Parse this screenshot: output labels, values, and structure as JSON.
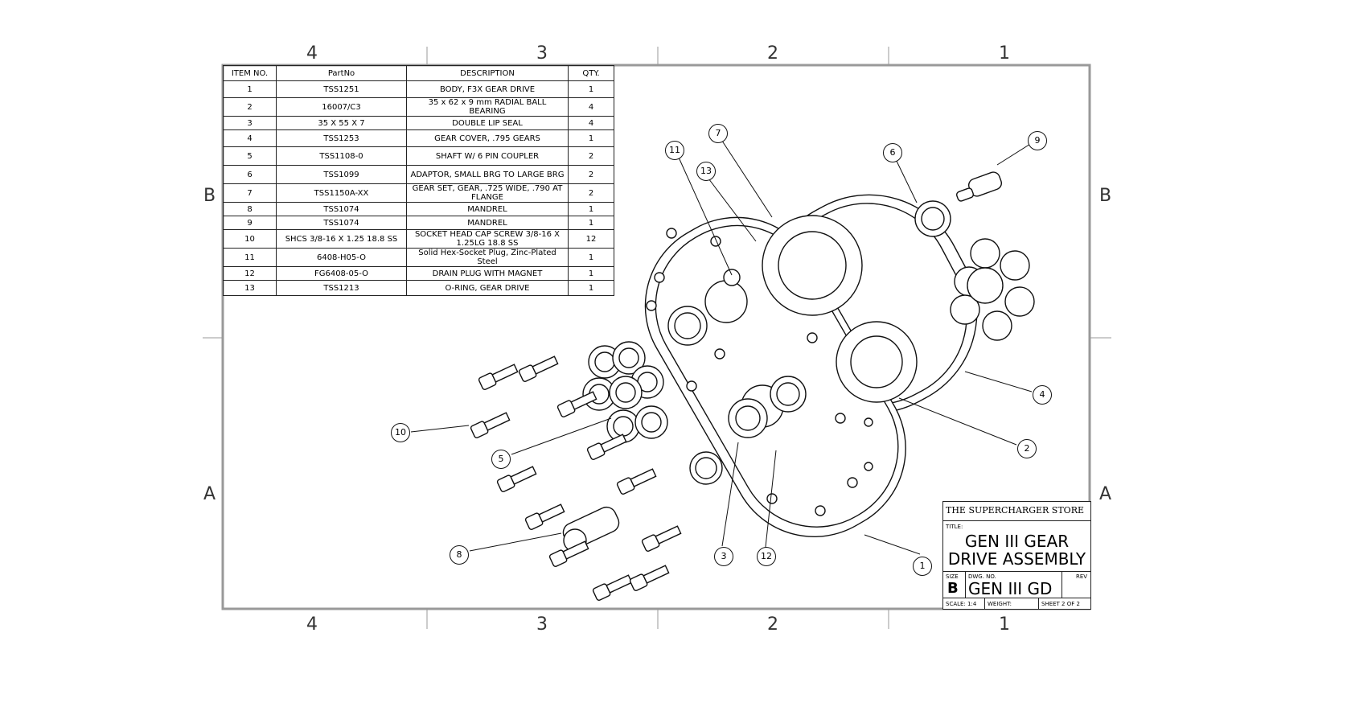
{
  "zones": {
    "top": [
      "4",
      "3",
      "2",
      "1"
    ],
    "bottom": [
      "4",
      "3",
      "2",
      "1"
    ],
    "left": [
      "B",
      "A"
    ],
    "right": [
      "B",
      "A"
    ]
  },
  "bom": {
    "headers": [
      "ITEM NO.",
      "PartNo",
      "DESCRIPTION",
      "QTY."
    ],
    "rows": [
      [
        "1",
        "TSS1251",
        "BODY, F3X GEAR DRIVE",
        "1"
      ],
      [
        "2",
        "16007/C3",
        "35 x 62 x 9 mm RADIAL BALL BEARING",
        "4"
      ],
      [
        "3",
        "35 X 55 X 7",
        "DOUBLE LIP SEAL",
        "4"
      ],
      [
        "4",
        "TSS1253",
        "GEAR COVER, .795 GEARS",
        "1"
      ],
      [
        "5",
        "TSS1108-0",
        "SHAFT W/ 6 PIN COUPLER",
        "2"
      ],
      [
        "6",
        "TSS1099",
        "ADAPTOR, SMALL BRG TO LARGE BRG",
        "2"
      ],
      [
        "7",
        "TSS1150A-XX",
        "GEAR SET, GEAR, .725 WIDE, .790 AT FLANGE",
        "2"
      ],
      [
        "8",
        "TSS1074",
        "MANDREL",
        "1"
      ],
      [
        "9",
        "TSS1074",
        "MANDREL",
        "1"
      ],
      [
        "10",
        "SHCS 3/8-16 X 1.25 18.8 SS",
        "SOCKET HEAD CAP SCREW 3/8-16 X 1.25LG 18.8 SS",
        "12"
      ],
      [
        "11",
        "6408-H05-O",
        "Solid Hex-Socket Plug, Zinc-Plated Steel",
        "1"
      ],
      [
        "12",
        "FG6408-05-O",
        "DRAIN PLUG WITH MAGNET",
        "1"
      ],
      [
        "13",
        "TSS1213",
        "O-RING, GEAR DRIVE",
        "1"
      ]
    ]
  },
  "callouts": [
    "1",
    "2",
    "3",
    "4",
    "5",
    "6",
    "7",
    "8",
    "9",
    "10",
    "11",
    "12",
    "13"
  ],
  "title_block": {
    "company": "THE SUPERCHARGER STORE",
    "title_label": "TITLE:",
    "title_line1": "GEN III GEAR",
    "title_line2": "DRIVE ASSEMBLY",
    "size_label": "SIZE",
    "size": "B",
    "dwg_label": "DWG.  NO.",
    "dwg_no": "GEN III GD",
    "rev_label": "REV",
    "scale": "SCALE: 1:4",
    "weight": "WEIGHT:",
    "sheet": "SHEET 2  OF 2"
  }
}
